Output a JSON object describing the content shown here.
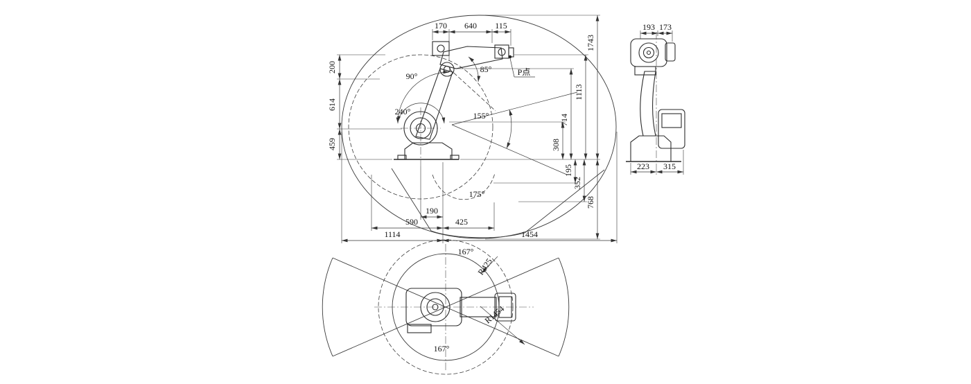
{
  "front_view": {
    "top_dims": {
      "d170": "170",
      "d640": "640",
      "d115": "115"
    },
    "left_dims": {
      "d200": "200",
      "d614": "614",
      "d459": "459"
    },
    "right_dims": {
      "d1743": "1743",
      "d1113": "1113",
      "d714": "714",
      "d308": "308",
      "d195": "195",
      "d352": "352",
      "d768": "768"
    },
    "bottom_dims": {
      "d190": "190",
      "d590": "590",
      "d425": "425",
      "d1114": "1114",
      "d1454": "1454"
    },
    "angles": {
      "a90": "90°",
      "a85": "85°",
      "a240": "240°",
      "a155": "155°",
      "a175": "175°"
    },
    "labels": {
      "p_point": "P点"
    }
  },
  "side_view": {
    "top_dims": {
      "d193": "193",
      "d173": "173"
    },
    "bottom_dims": {
      "d223": "223",
      "d315": "315"
    }
  },
  "top_view": {
    "angles": {
      "top": "167°",
      "bottom": "167°"
    },
    "radii": {
      "r_inner": "R425",
      "r_outer": "R1454"
    }
  }
}
